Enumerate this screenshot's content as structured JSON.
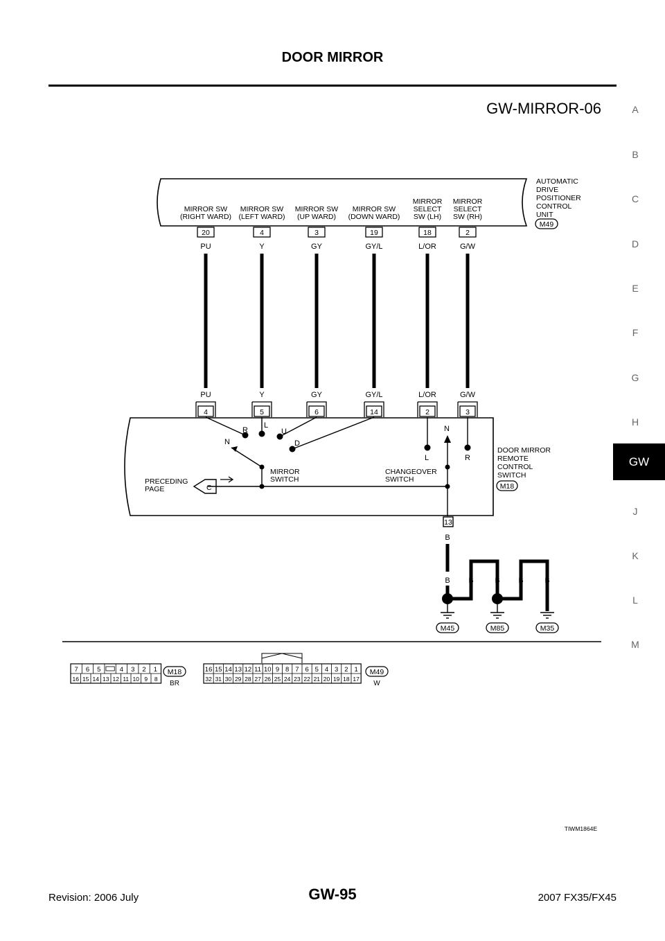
{
  "header": {
    "title": "DOOR MIRROR",
    "diagram_id": "GW-MIRROR-06"
  },
  "side_tabs": [
    "A",
    "B",
    "C",
    "D",
    "E",
    "F",
    "G",
    "H",
    "GW",
    "J",
    "K",
    "L",
    "M"
  ],
  "active_tab": "GW",
  "unit_top": {
    "name": [
      "AUTOMATIC",
      "DRIVE",
      "POSITIONER",
      "CONTROL",
      "UNIT"
    ],
    "connector": "M49",
    "terminals": [
      {
        "label": [
          "MIRROR SW",
          "(RIGHT WARD)"
        ],
        "pin": "20",
        "color": "PU"
      },
      {
        "label": [
          "MIRROR SW",
          "(LEFT WARD)"
        ],
        "pin": "4",
        "color": "Y"
      },
      {
        "label": [
          "MIRROR SW",
          "(UP WARD)"
        ],
        "pin": "3",
        "color": "GY"
      },
      {
        "label": [
          "MIRROR SW",
          "(DOWN WARD)"
        ],
        "pin": "19",
        "color": "GY/L"
      },
      {
        "label": [
          "MIRROR",
          "SELECT",
          "SW (LH)"
        ],
        "pin": "18",
        "color": "L/OR"
      },
      {
        "label": [
          "MIRROR",
          "SELECT",
          "SW (RH)"
        ],
        "pin": "2",
        "color": "G/W"
      }
    ]
  },
  "unit_bottom": {
    "name": [
      "DOOR MIRROR",
      "REMOTE",
      "CONTROL",
      "SWITCH"
    ],
    "connector": "M18",
    "terminals": [
      {
        "pin": "4",
        "color": "PU"
      },
      {
        "pin": "5",
        "color": "Y"
      },
      {
        "pin": "6",
        "color": "GY"
      },
      {
        "pin": "14",
        "color": "GY/L"
      },
      {
        "pin": "2",
        "color": "L/OR"
      },
      {
        "pin": "3",
        "color": "G/W"
      }
    ],
    "mirror_switch_label": [
      "MIRROR",
      "SWITCH"
    ],
    "mirror_positions": {
      "R": "R",
      "L": "L",
      "U": "U",
      "N": "N",
      "D": "D"
    },
    "changeover_label": [
      "CHANGEOVER",
      "SWITCH"
    ],
    "changeover_positions": {
      "N": "N",
      "L": "L",
      "R": "R"
    },
    "preceding": [
      "PRECEDING",
      "PAGE"
    ],
    "preceding_marker": "C",
    "ground_pin": "13",
    "ground_color": "B"
  },
  "grounds": {
    "wire_colors": [
      "B",
      "B",
      "B",
      "B",
      "B"
    ],
    "points": [
      "M45",
      "M85",
      "M35"
    ]
  },
  "connector_views": [
    {
      "id": "M18",
      "color": "BR",
      "row1": [
        "7",
        "6",
        "5",
        "",
        "4",
        "3",
        "2",
        "1"
      ],
      "row2": [
        "16",
        "15",
        "14",
        "13",
        "12",
        "11",
        "10",
        "9",
        "8"
      ]
    },
    {
      "id": "M49",
      "color": "W",
      "row1": [
        "16",
        "15",
        "14",
        "13",
        "12",
        "11",
        "10",
        "9",
        "8",
        "7",
        "6",
        "5",
        "4",
        "3",
        "2",
        "1"
      ],
      "row2": [
        "32",
        "31",
        "30",
        "29",
        "28",
        "27",
        "26",
        "25",
        "24",
        "23",
        "22",
        "21",
        "20",
        "19",
        "18",
        "17"
      ]
    }
  ],
  "figure_code": "TIWM1864E",
  "footer": {
    "revision": "Revision: 2006 July",
    "page": "GW-95",
    "model": "2007 FX35/FX45"
  }
}
